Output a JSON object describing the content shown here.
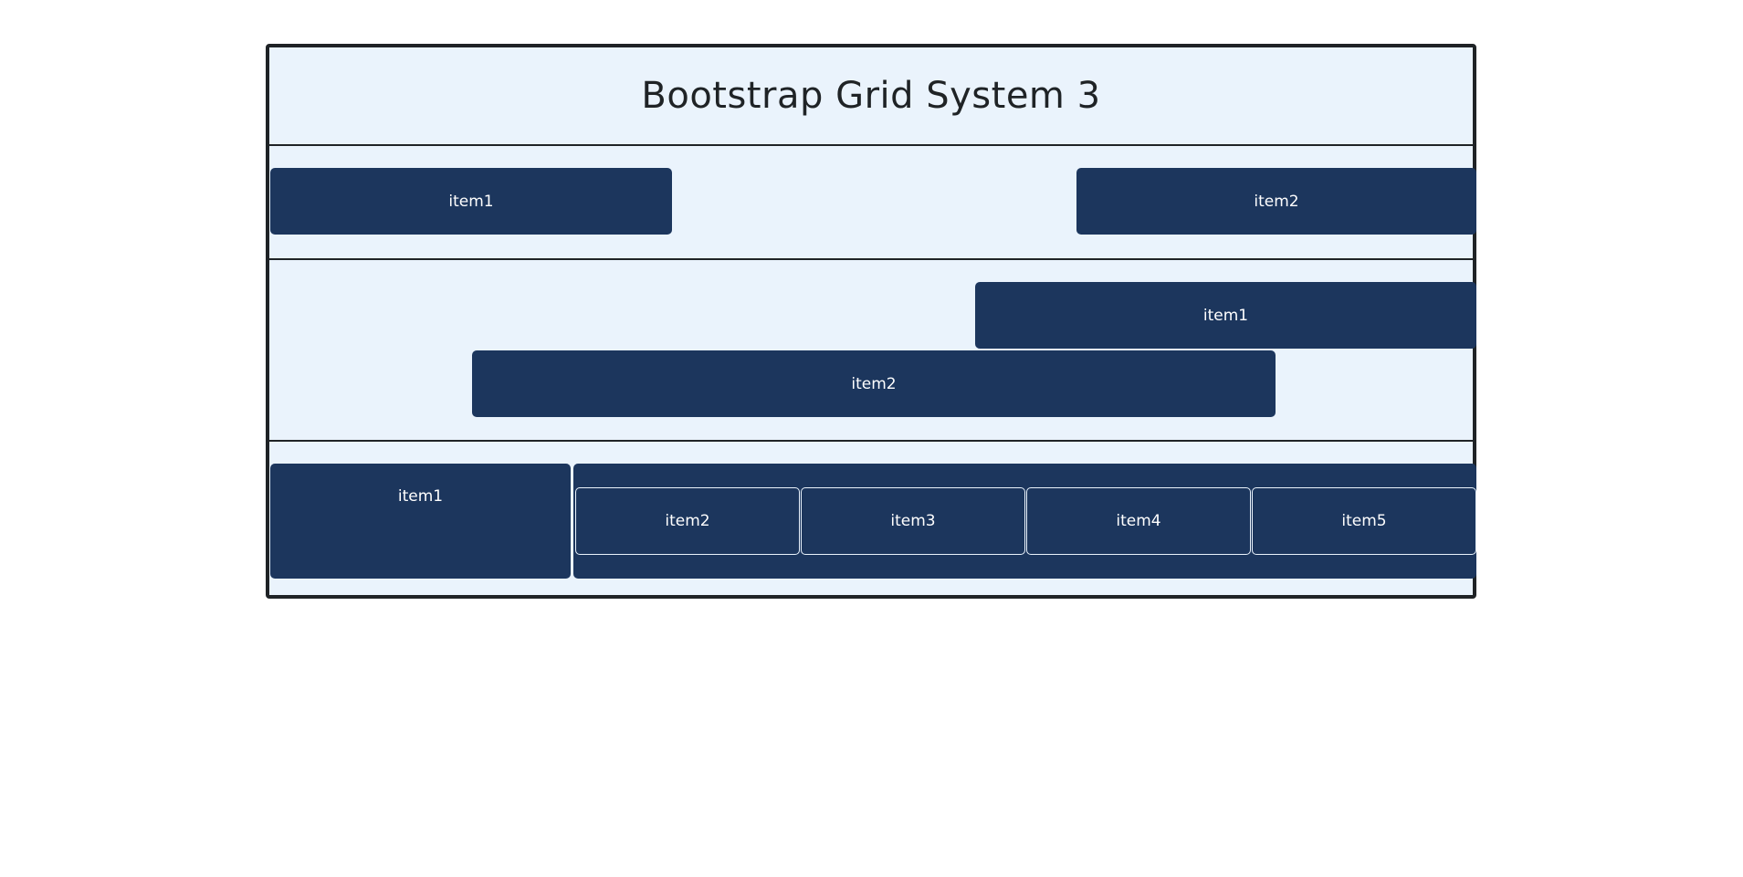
{
  "page": {
    "title": "Bootstrap Grid System 3"
  },
  "row1": {
    "item1": "item1",
    "item2": "item2"
  },
  "row2": {
    "item1": "item1",
    "item2": "item2"
  },
  "row3": {
    "item1": "item1",
    "nested": [
      "item2",
      "item3",
      "item4",
      "item5"
    ]
  },
  "colors": {
    "item_background": "#1c365d",
    "container_background": "#eaf3fc",
    "border": "#1f2326",
    "item_text": "#ffffff"
  }
}
